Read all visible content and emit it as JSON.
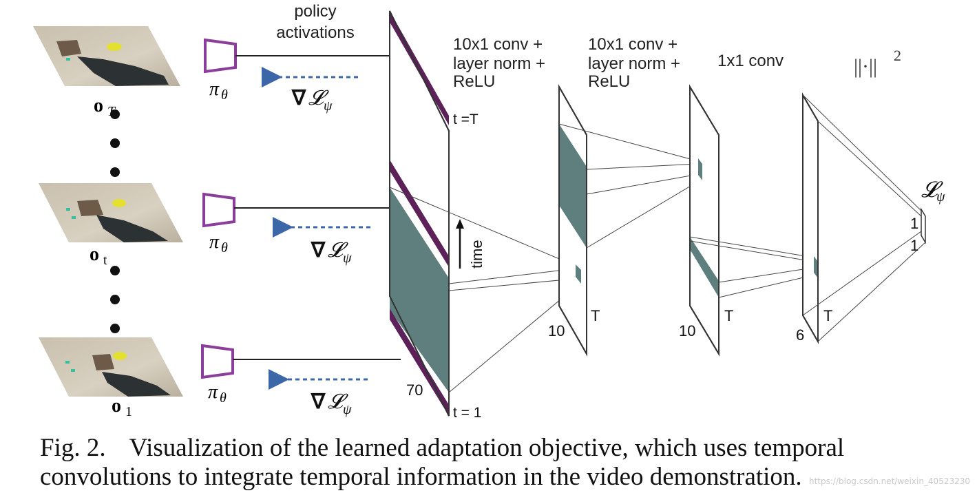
{
  "diagram": {
    "policy_activations": [
      "policy",
      "activations"
    ],
    "layer1_label": [
      "10x1 conv +",
      "layer norm +",
      "ReLU"
    ],
    "layer2_label": [
      "10x1 conv +",
      "layer norm +",
      "ReLU"
    ],
    "layer3_label": "1x1 conv",
    "norm_symbol": "||·||",
    "norm_power": "2",
    "loss_symbol": "𝓛",
    "loss_subscript": "ψ",
    "policy_symbol": "π",
    "policy_subscript": "θ",
    "grad_symbol": "∇",
    "time_label": "time",
    "t_top": "t =T",
    "t_bottom": "t = 1",
    "dim_70": "70",
    "dim_10a": "10",
    "dim_10b": "10",
    "dim_6": "6",
    "T_a": "T",
    "T_b": "T",
    "T_c": "T",
    "one_a": "1",
    "one_b": "1",
    "obs_main": "o",
    "obs_T": "T",
    "obs_t": "t",
    "obs_1": "1",
    "colors": {
      "stroke": "#333333",
      "policy_purple": "#8a3d9a",
      "band_purple": "#5b2158",
      "fill_teal": "#5f7f7e",
      "arrow_blue": "#3b66a8"
    }
  },
  "caption": {
    "fig": "Fig. 2.",
    "line1": "Visualization of the learned adaptation objective, which uses temporal",
    "line2": "convolutions to integrate temporal information in the video demonstration."
  },
  "watermark": "https://blog.csdn.net/weixin_40523230"
}
